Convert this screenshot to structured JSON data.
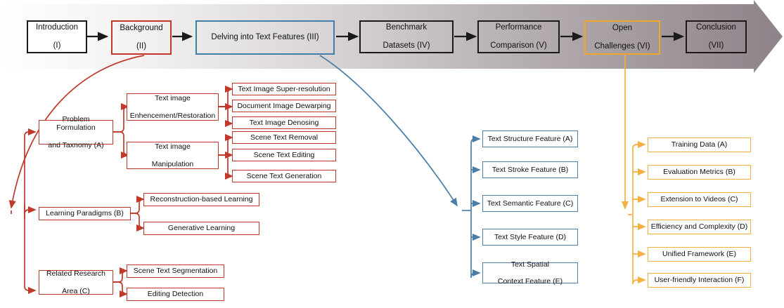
{
  "colors": {
    "black": "#1a1a1a",
    "red": "#c0392b",
    "blue": "#4a7ea8",
    "orange": "#f5b041",
    "banner_left": "#ffffff",
    "banner_right": "#8e8289"
  },
  "banner": {
    "name": "survey-pipeline-banner",
    "sections": [
      {
        "id": "intro",
        "label": "Introduction\n(I)",
        "line1": "Introduction",
        "line2": "(I)",
        "color": "black"
      },
      {
        "id": "background",
        "label": "Background\n(II)",
        "line1": "Background",
        "line2": "(II)",
        "color": "red"
      },
      {
        "id": "features",
        "label": "Delving into Text Features (III)",
        "line1": "Delving into Text Features (III)",
        "line2": "",
        "color": "blue"
      },
      {
        "id": "datasets",
        "label": "Benchmark\nDatasets (IV)",
        "line1": "Benchmark",
        "line2": "Datasets (IV)",
        "color": "black"
      },
      {
        "id": "comparison",
        "label": "Performance\nComparison (V)",
        "line1": "Performance",
        "line2": "Comparison (V)",
        "color": "black"
      },
      {
        "id": "challenges",
        "label": "Open\nChallenges (VI)",
        "line1": "Open",
        "line2": "Challenges (VI)",
        "color": "orange"
      },
      {
        "id": "conclusion",
        "label": "Conclusion\n(VII)",
        "line1": "Conclusion",
        "line2": "(VII)",
        "color": "black"
      }
    ]
  },
  "background_tree": {
    "root": "Background (II)",
    "branches": [
      {
        "label_line1": "Problem Formulation",
        "label_line2": "and Taxnomy (A)",
        "children": [
          {
            "label_line1": "Text image",
            "label_line2": "Enhencement/Restoration",
            "leaves": [
              "Text Image Super-resolution",
              "Document Image Dewarping",
              "Text Image Denosing"
            ]
          },
          {
            "label_line1": "Text image",
            "label_line2": "Manipulation",
            "leaves": [
              "Scene Text Removal",
              "Scene Text Editing",
              "Scene Text Generation"
            ]
          }
        ]
      },
      {
        "label_line1": "Learning Paradigms (B)",
        "label_line2": "",
        "leaves": [
          "Reconstruction-based Learning",
          "Generative Learning"
        ]
      },
      {
        "label_line1": "Related Research",
        "label_line2": "Area (C)",
        "leaves": [
          "Scene Text Segmentation",
          "Editing Detection"
        ]
      }
    ]
  },
  "features_tree": {
    "root": "Delving into Text Features (III)",
    "leaves": [
      {
        "line1": "Text Structure Feature (A)",
        "line2": ""
      },
      {
        "line1": "Text Stroke Feature (B)",
        "line2": ""
      },
      {
        "line1": "Text Semantic Feature (C)",
        "line2": ""
      },
      {
        "line1": "Text Style Feature (D)",
        "line2": ""
      },
      {
        "line1": "Text Spatial",
        "line2": "Context Feature (E)"
      }
    ]
  },
  "challenges_tree": {
    "root": "Open Challenges (VI)",
    "leaves": [
      "Training Data (A)",
      "Evaluation Metrics (B)",
      "Extension to Videos (C)",
      "Efficiency and Complexity (D)",
      "Unified Framework (E)",
      "User-friendly Interaction (F)"
    ]
  }
}
